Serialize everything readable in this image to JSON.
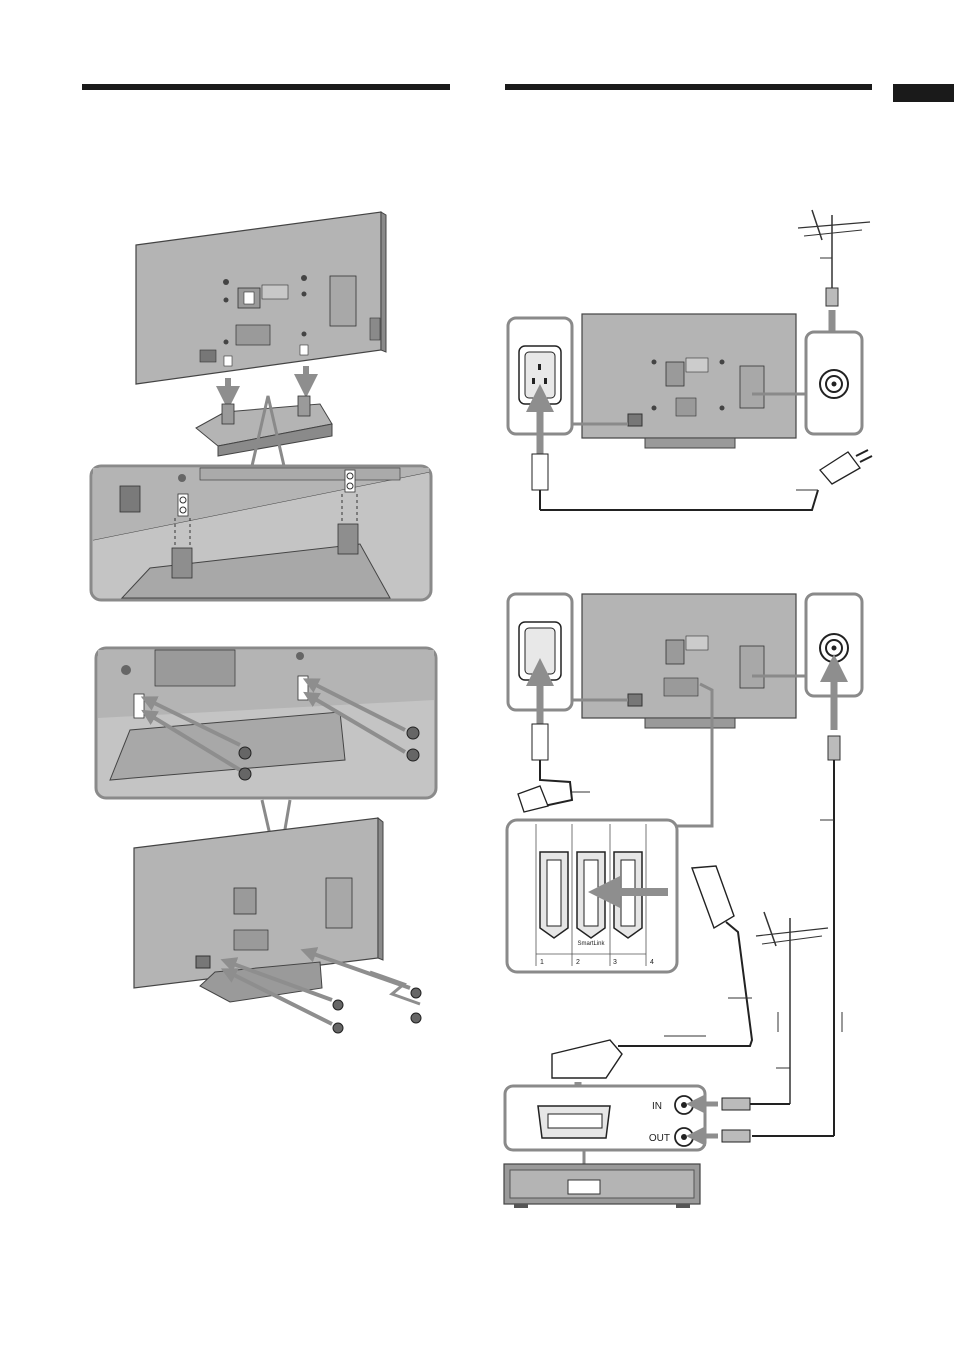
{
  "scart_panel": {
    "smartlink": "SmartLink",
    "port_1": "1",
    "port_2": "2",
    "port_3": "3",
    "port_4": "4"
  },
  "vcr": {
    "in_label": "IN",
    "out_label": "OUT"
  },
  "colors": {
    "rule": "#1a1a1a",
    "tv_body": "#b4b4b4",
    "arrow": "#8e8e8e",
    "zoom_frame": "#8a8a8a"
  }
}
